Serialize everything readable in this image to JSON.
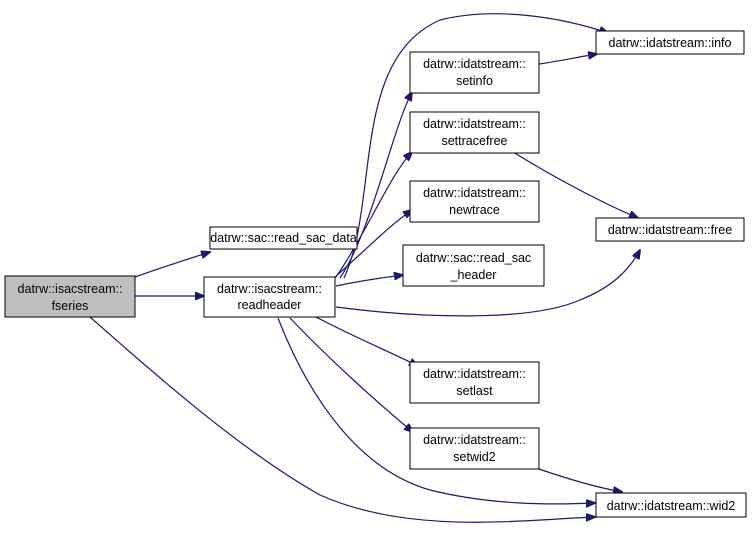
{
  "colors": {
    "edge": "#191970",
    "node_border": "#000000",
    "node_fill": "#ffffff",
    "focus_fill": "#bfbfbf"
  },
  "nodes": {
    "fseries": {
      "lines": [
        "datrw::isacstream::",
        "fseries"
      ]
    },
    "read_sac_data": {
      "lines": [
        "datrw::sac::read_sac_data"
      ]
    },
    "readheader": {
      "lines": [
        "datrw::isacstream::",
        "readheader"
      ]
    },
    "setinfo": {
      "lines": [
        "datrw::idatstream::",
        "setinfo"
      ]
    },
    "settracefree": {
      "lines": [
        "datrw::idatstream::",
        "settracefree"
      ]
    },
    "newtrace": {
      "lines": [
        "datrw::idatstream::",
        "newtrace"
      ]
    },
    "read_sac_header": {
      "lines": [
        "datrw::sac::read_sac",
        "_header"
      ]
    },
    "setlast": {
      "lines": [
        "datrw::idatstream::",
        "setlast"
      ]
    },
    "setwid2": {
      "lines": [
        "datrw::idatstream::",
        "setwid2"
      ]
    },
    "info": {
      "lines": [
        "datrw::idatstream::info"
      ]
    },
    "free": {
      "lines": [
        "datrw::idatstream::free"
      ]
    },
    "wid2": {
      "lines": [
        "datrw::idatstream::wid2"
      ]
    }
  }
}
